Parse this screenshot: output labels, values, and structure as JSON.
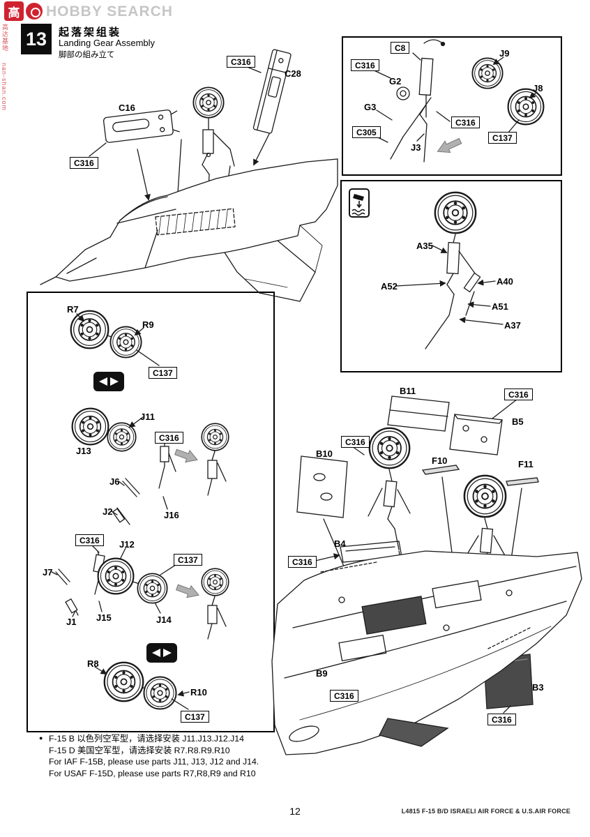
{
  "watermark": {
    "logo_char": "高",
    "brand": "HOBBY SEARCH",
    "side_text_1": "高达基地",
    "side_text_2": "nan-shan.com"
  },
  "step": {
    "number": "13",
    "title_cn": "起落架组装",
    "title_en": "Landing Gear Assembly",
    "title_jp": "脚部の組み立て"
  },
  "parts": {
    "C316": "C316",
    "C137": "C137",
    "C305": "C305",
    "C28": "C28",
    "C16": "C16",
    "C8": "C8",
    "G2": "G2",
    "G3": "G3",
    "J3": "J3",
    "J9": "J9",
    "J8": "J8",
    "A35": "A35",
    "A52": "A52",
    "A40": "A40",
    "A51": "A51",
    "A37": "A37",
    "R7": "R7",
    "R9": "R9",
    "R8": "R8",
    "R10": "R10",
    "J11": "J11",
    "J13": "J13",
    "J6": "J6",
    "J2": "J2",
    "J16": "J16",
    "J7": "J7",
    "J12": "J12",
    "J1": "J1",
    "J15": "J15",
    "J14": "J14",
    "B11": "B11",
    "B5": "B5",
    "B10": "B10",
    "B4": "B4",
    "B9": "B9",
    "B3": "B3",
    "F10": "F10",
    "F11": "F11"
  },
  "note": {
    "bullet": "●",
    "lines": [
      "F-15 B 以色列空军型，请选择安装 J11.J13.J12.J14",
      "F-15 D 美国空军型，请选择安装 R7.R8.R9.R10",
      "For IAF F-15B, please use parts J11, J13, J12 and J14.",
      "For USAF F-15D, please use parts R7,R8,R9 and R10"
    ]
  },
  "footer": {
    "page": "12",
    "kit": "L4815  F-15 B/D ISRAELI AIR FORCE & U.S.AIR FORCE"
  }
}
